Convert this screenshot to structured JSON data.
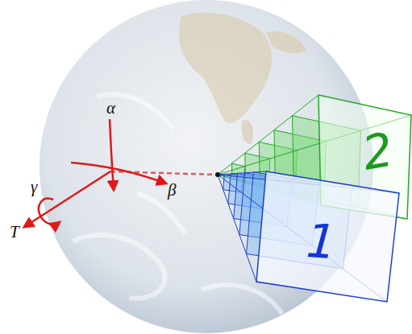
{
  "diagram": {
    "nodes": [
      {
        "text": [
          "2"
        ]
      },
      {
        "text": [
          "1"
        ]
      }
    ],
    "labels": [
      "α",
      "β",
      "γ",
      "T"
    ]
  }
}
